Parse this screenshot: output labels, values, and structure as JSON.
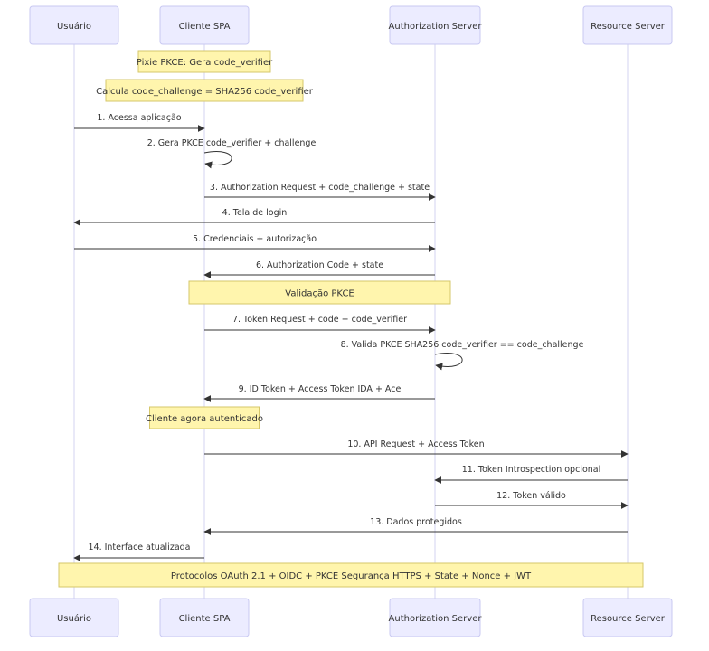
{
  "actors": [
    {
      "id": "u",
      "label": "Usuário"
    },
    {
      "id": "c",
      "label": "Cliente SPA"
    },
    {
      "id": "a",
      "label": "Authorization Server"
    },
    {
      "id": "r",
      "label": "Resource Server"
    }
  ],
  "events": [
    {
      "kind": "note",
      "text": "Pixie PKCE: Gera code_verifier",
      "over": [
        "c"
      ]
    },
    {
      "kind": "note",
      "text": "Calcula code_challenge = SHA256 code_verifier",
      "over": [
        "c"
      ]
    },
    {
      "kind": "msg",
      "from": "u",
      "to": "c",
      "text": "1. Acessa aplicação"
    },
    {
      "kind": "msg",
      "from": "c",
      "to": "c",
      "text": "2. Gera PKCE code_verifier + challenge"
    },
    {
      "kind": "msg",
      "from": "c",
      "to": "a",
      "text": "3. Authorization Request + code_challenge + state"
    },
    {
      "kind": "msg",
      "from": "a",
      "to": "u",
      "text": "4. Tela de login"
    },
    {
      "kind": "msg",
      "from": "u",
      "to": "a",
      "text": "5. Credenciais + autorização"
    },
    {
      "kind": "msg",
      "from": "a",
      "to": "c",
      "text": "6. Authorization Code + state"
    },
    {
      "kind": "note",
      "text": "Validação PKCE",
      "over": [
        "c",
        "a"
      ]
    },
    {
      "kind": "msg",
      "from": "c",
      "to": "a",
      "text": "7. Token Request + code + code_verifier"
    },
    {
      "kind": "msg",
      "from": "a",
      "to": "a",
      "text": "8. Valida PKCE SHA256 code_verifier == code_challenge"
    },
    {
      "kind": "msg",
      "from": "a",
      "to": "c",
      "text": "9. ID Token + Access Token IDA + Ace"
    },
    {
      "kind": "note",
      "text": "Cliente agora autenticado",
      "over": [
        "c"
      ]
    },
    {
      "kind": "msg",
      "from": "c",
      "to": "r",
      "text": "10. API Request + Access Token"
    },
    {
      "kind": "msg",
      "from": "r",
      "to": "a",
      "text": "11. Token Introspection opcional"
    },
    {
      "kind": "msg",
      "from": "a",
      "to": "r",
      "text": "12. Token válido"
    },
    {
      "kind": "msg",
      "from": "r",
      "to": "c",
      "text": "13. Dados protegidos"
    },
    {
      "kind": "msg",
      "from": "c",
      "to": "u",
      "text": "14. Interface atualizada"
    },
    {
      "kind": "note",
      "text": "Protocolos OAuth 2.1 + OIDC + PKCE Segurança HTTPS + State + Nonce + JWT",
      "over": [
        "u",
        "r"
      ]
    }
  ]
}
